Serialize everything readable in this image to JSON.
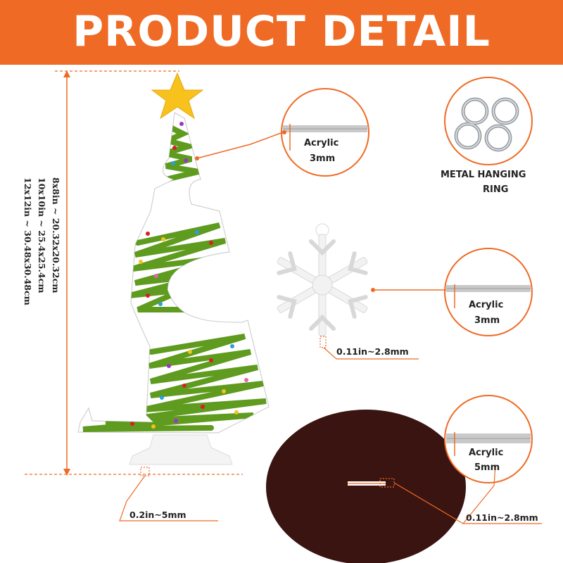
{
  "banner": {
    "title": "PRODUCT DETAIL"
  },
  "dimensions": {
    "size_8": "8x8in ~ 20.32x20.32cm",
    "size_10": "10x10in ~ 25.4x25.4cm",
    "size_12": "12x12in ~ 30.48x30.48cm"
  },
  "callouts": {
    "tree_material": "Acrylic",
    "tree_thickness": "3mm",
    "ornament_material": "Acrylic",
    "ornament_thickness": "3mm",
    "ornament_slot": "0.11in~2.8mm",
    "base_material": "Acrylic",
    "base_thickness": "5mm",
    "base_slot": "0.11in~2.8mm",
    "stand_slot": "0.2in~5mm"
  },
  "hanging_ring": {
    "label_line1": "METAL HANGING",
    "label_line2": "RING"
  },
  "colors": {
    "accent": "#ef6a25",
    "tree_green": "#5e9b1e",
    "star_yellow": "#f6c21b",
    "base_brown": "#3a1410"
  }
}
